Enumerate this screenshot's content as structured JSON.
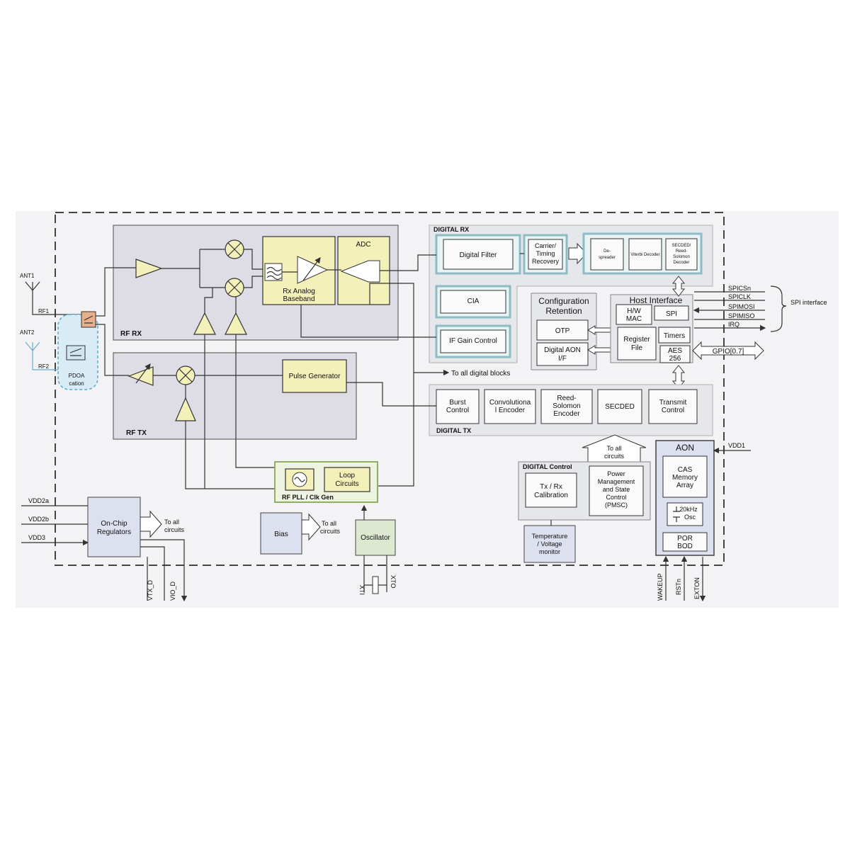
{
  "labels": {
    "ant1": "ANT1",
    "ant2": "ANT2",
    "rf1": "RF1",
    "rf2": "RF2",
    "pdoa_1": "PDOA",
    "pdoa_2": "cation",
    "rf_rx": "RF RX",
    "rf_tx": "RF TX",
    "adc": "ADC",
    "rx_baseband_1": "Rx Analog",
    "rx_baseband_2": "Baseband",
    "pulse_generator": "Pulse Generator",
    "rf_pll": "RF PLL / Clk Gen",
    "loop_1": "Loop",
    "loop_2": "Circuits",
    "digital_rx": "DIGITAL RX",
    "digital_filter": "Digital Filter",
    "carrier_1": "Carrier/",
    "carrier_2": "Timing",
    "carrier_3": "Recovery",
    "despreader_1": "De-",
    "despreader_2": "spreader",
    "viterbi": "Viterbi Decoder",
    "secded_rs_1": "SECDED/",
    "secded_rs_2": "Reed-",
    "secded_rs_3": "Solomon",
    "secded_rs_4": "Decoder",
    "cia": "CIA",
    "if_gain": "IF Gain Control",
    "config_1": "Configuration",
    "config_2": "Retention",
    "otp": "OTP",
    "aon_if_1": "Digital AON",
    "aon_if_2": "I/F",
    "host_interface": "Host Interface",
    "hw_mac_1": "H/W",
    "hw_mac_2": "MAC",
    "spi": "SPI",
    "register_1": "Register",
    "register_2": "File",
    "timers": "Timers",
    "aes_1": "AES",
    "aes_2": "256",
    "spicsn": "SPICSn",
    "spiclk": "SPICLK",
    "spimosi": "SPIMOSI",
    "spimiso": "SPIMISO",
    "irq": "IRQ",
    "spi_interface": "SPI interface",
    "gpio": "GPIO[0.7]",
    "to_all_digital": "To all digital blocks",
    "burst_1": "Burst",
    "burst_2": "Control",
    "conv_1": "Convolutiona",
    "conv_2": "l Encoder",
    "rs_enc_1": "Reed-",
    "rs_enc_2": "Solomon",
    "rs_enc_3": "Encoder",
    "secded": "SECDED",
    "transmit_1": "Transmit",
    "transmit_2": "Control",
    "digital_tx": "DIGITAL TX",
    "to_all_circuits_1": "To all",
    "to_all_circuits_2": "circuits",
    "digital_control": "DIGITAL Control",
    "txrx_cal_1": "Tx / Rx",
    "txrx_cal_2": "Calibration",
    "pmsc_1": "Power",
    "pmsc_2": "Management",
    "pmsc_3": "and State",
    "pmsc_4": "Control",
    "pmsc_5": "(PMSC)",
    "temp_1": "Temperature",
    "temp_2": "/ Voltage",
    "temp_3": "monitor",
    "aon": "AON",
    "cas_1": "CAS",
    "cas_2": "Memory",
    "cas_3": "Array",
    "osc20_1": "20kHz",
    "osc20_2": "Osc",
    "por_1": "POR",
    "por_2": "BOD",
    "vdd1": "VDD1",
    "vdd2a": "VDD2a",
    "vdd2b": "VDD2b",
    "vdd3": "VDD3",
    "regulators_1": "On-Chip",
    "regulators_2": "Regulators",
    "bias": "Bias",
    "oscillator": "Oscillator",
    "vtx_d": "VTX_D",
    "vio_d": "VIO_D",
    "xti": "XTI",
    "xto": "XTO",
    "wakeup": "WAKEUP",
    "rstn": "RSTn",
    "exton": "EXTON"
  },
  "colors": {
    "rf_block": "#dedde6",
    "analog_yellow": "#f3f0b9",
    "digital_block": "#e6e7ea",
    "digital_box_border": "#8fbcc4",
    "power_block": "#dde1ef",
    "pll_border": "#8fb060",
    "pdoa_accent": "#55aacc",
    "switch_orange": "#e8b08a"
  }
}
